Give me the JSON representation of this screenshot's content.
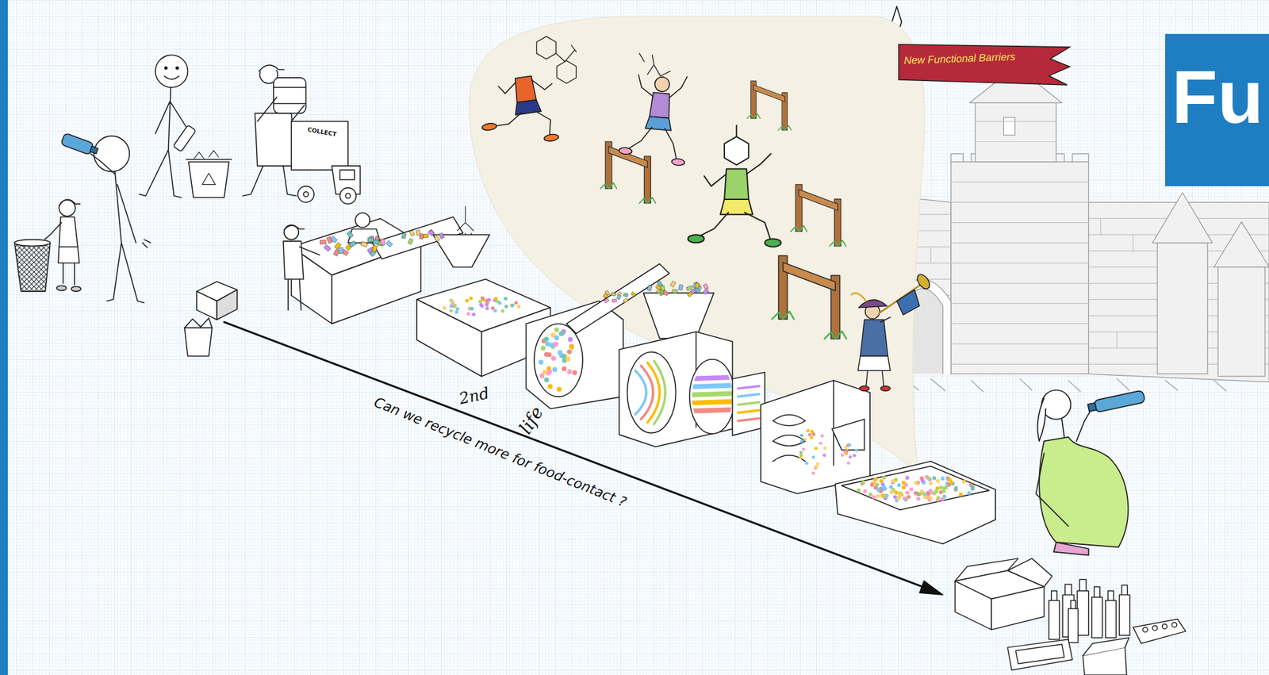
{
  "diagram": {
    "nodes": [
      {
        "text": [
          "New Functional Barriers"
        ]
      },
      {
        "text": [
          "Fu"
        ]
      }
    ],
    "labels": [
      "COLLECT",
      "2nd",
      "life",
      "Can we recycle more for food-contact ?"
    ]
  }
}
